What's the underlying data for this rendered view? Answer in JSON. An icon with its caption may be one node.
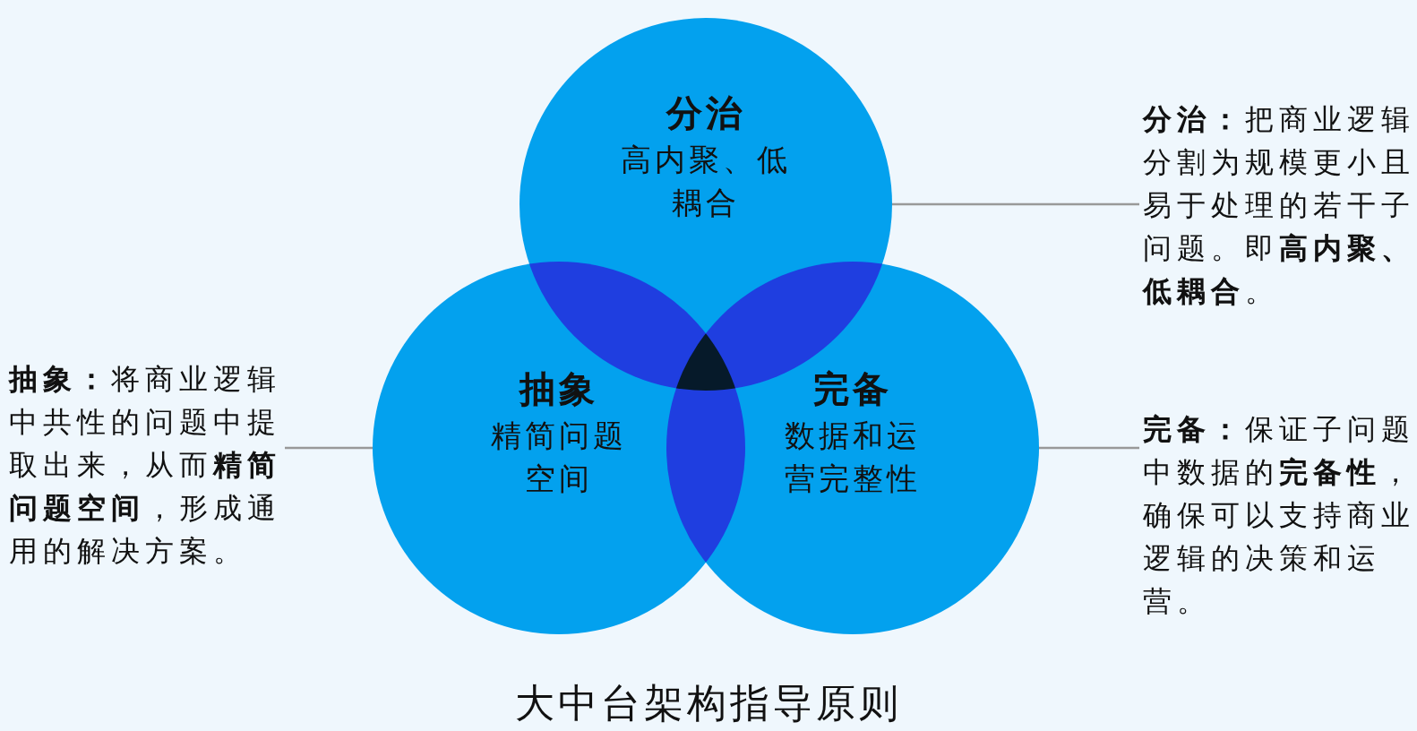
{
  "diagram": {
    "title": "大中台架构指导原则",
    "nodes": [
      {
        "text": [
          "分治",
          "高内聚、低耦合"
        ]
      },
      {
        "text": [
          "抽象",
          "精简问题空间"
        ]
      },
      {
        "text": [
          "完备",
          "数据和运营完整性"
        ]
      },
      {
        "text": [
          "**分治：**把商业逻辑分割为规模更小且易于处理的若干子问题。即**高内聚、低耦合**。"
        ]
      },
      {
        "text": [
          "**抽象：**将商业逻辑中共性的问题中提取出来，从而**精简问题空间**，形成通用的解决方案。"
        ]
      },
      {
        "text": [
          "**完备：**保证子问题中数据的**完备性**，确保可以支持商业逻辑的决策和运营。"
        ]
      }
    ],
    "edges": [
      {
        "from": 3,
        "to": 0,
        "arrow": "none"
      },
      {
        "from": 4,
        "to": 1,
        "arrow": "none"
      },
      {
        "from": 5,
        "to": 2,
        "arrow": "none"
      }
    ]
  }
}
